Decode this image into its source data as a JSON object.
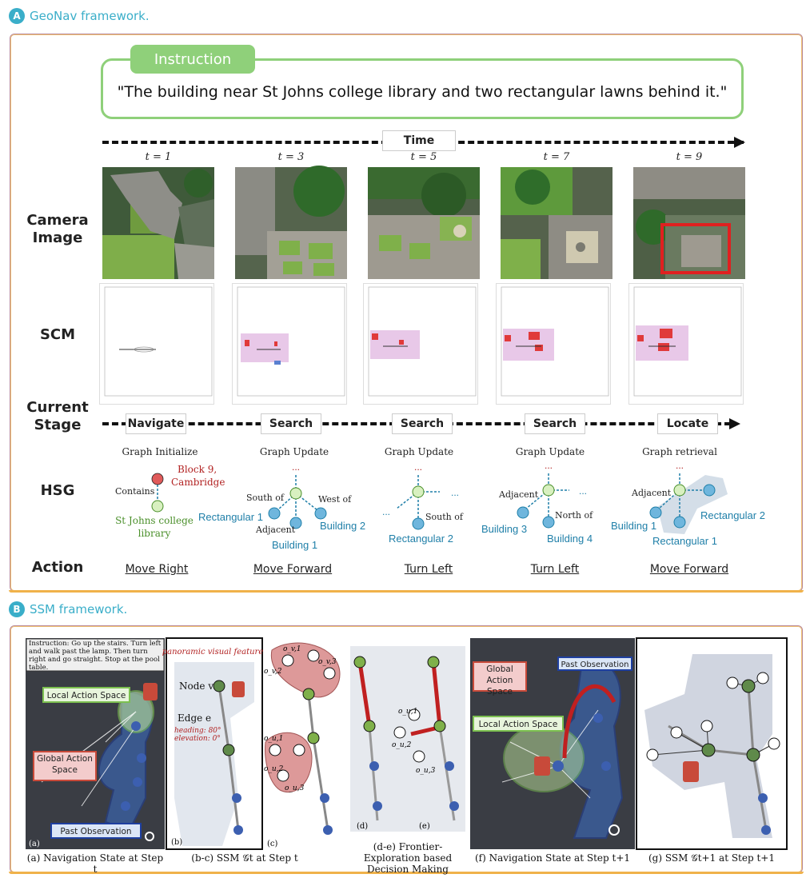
{
  "section_a": {
    "badge": "A",
    "title": "GeoNav framework."
  },
  "section_b": {
    "badge": "B",
    "title": "SSM framework."
  },
  "instruction": {
    "tab_label": "Instruction",
    "text": "\"The building near St Johns college library and two rectangular lawns behind it.\""
  },
  "time_label": "Time",
  "timesteps": [
    "t = 1",
    "t = 3",
    "t = 5",
    "t = 7",
    "t = 9"
  ],
  "row_labels": {
    "camera": "Camera Image",
    "scm": "SCM",
    "stage": "Current Stage",
    "hsg": "HSG",
    "action": "Action"
  },
  "stages": [
    "Navigate",
    "Search",
    "Search",
    "Search",
    "Locate"
  ],
  "actions": [
    "Move Right",
    "Move Forward",
    "Turn Left",
    "Turn Left",
    "Move Forward"
  ],
  "hsg": [
    {
      "title": "Graph Initialize",
      "labels": [
        "Block 9,",
        "Cambridge",
        "Contains",
        "St Johns college",
        "library"
      ]
    },
    {
      "title": "Graph Update",
      "labels": [
        "...",
        "South of",
        "West of",
        "Rectangular 1",
        "Adjacent",
        "Building 2",
        "Building 1"
      ]
    },
    {
      "title": "Graph Update",
      "labels": [
        "...",
        "...",
        "...",
        "South of",
        "Rectangular 2"
      ]
    },
    {
      "title": "Graph Update",
      "labels": [
        "...",
        "Adjacent",
        "...",
        "North of",
        "Building 3",
        "Building 4"
      ]
    },
    {
      "title": "Graph retrieval",
      "labels": [
        "...",
        "Adjacent",
        "Rectangular 2",
        "Building 1",
        "Rectangular 1"
      ]
    }
  ],
  "ssm": {
    "instruction_box": "Instruction: Go up the stairs. Turn left and walk past the lamp. Then turn right and go straight. Stop at the pool table.",
    "labels": {
      "local_action_space": "Local Action Space",
      "global_action_space": "Global Action Space",
      "past_observation": "Past Observation",
      "panoramic": "panoramic visual feature",
      "node": "Node v",
      "edge": "Edge e",
      "heading": "heading: 80°",
      "elevation": "elevation: 0°"
    },
    "captions": [
      "(a) Navigation State at Step t",
      "(b-c) SSM 𝒢t at Step t",
      "(d-e)  Frontier-Exploration based Decision Making",
      "(f) Navigation State at Step t+1",
      "(g) SSM 𝒢t+1 at Step t+1"
    ],
    "sublabels": [
      "(a)",
      "(b)",
      "(c)",
      "(d)",
      "(e)"
    ],
    "node_labels": [
      "v",
      "u",
      "o_v,1",
      "o_v,2",
      "o_v,3",
      "o_u,1",
      "o_u,2",
      "o_u,3"
    ]
  },
  "colors": {
    "accent_cyan": "#3aaec9",
    "green": "#8fd07a",
    "red_node": "#e05a5a",
    "blue_node": "#6fb6dd",
    "dark_red_text": "#b22222",
    "teal_text": "#1f7fa8",
    "green_text": "#4a8f2a"
  }
}
